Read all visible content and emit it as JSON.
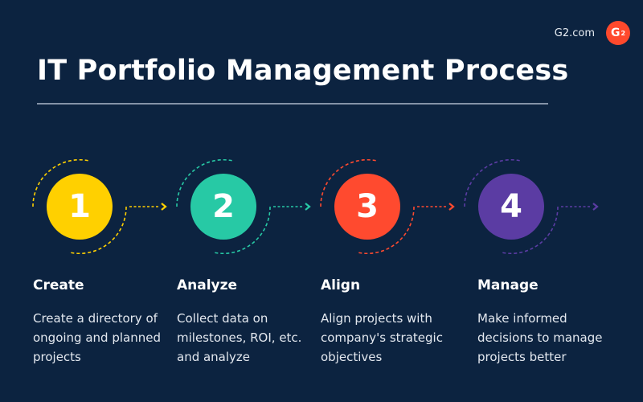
{
  "brand": {
    "text": "G2.com",
    "logo": "G",
    "logo_sup": "2",
    "logo_color": "#ff492c"
  },
  "title": "IT Portfolio Management Process",
  "steps": [
    {
      "number": "1",
      "title": "Create",
      "description": "Create a directory of ongoing and planned projects",
      "color": "#ffd000",
      "text_color": "#ffffff"
    },
    {
      "number": "2",
      "title": "Analyze",
      "description": "Collect data on milestones, ROI, etc. and analyze",
      "color": "#27c9a5",
      "text_color": "#ffffff"
    },
    {
      "number": "3",
      "title": "Align",
      "description": "Align projects with company's strategic objectives",
      "color": "#ff4a2f",
      "text_color": "#ffffff"
    },
    {
      "number": "4",
      "title": "Manage",
      "description": "Make informed decisions to manage projects better",
      "color": "#5b3ca3",
      "text_color": "#ffffff"
    }
  ],
  "background": "#0c2340"
}
